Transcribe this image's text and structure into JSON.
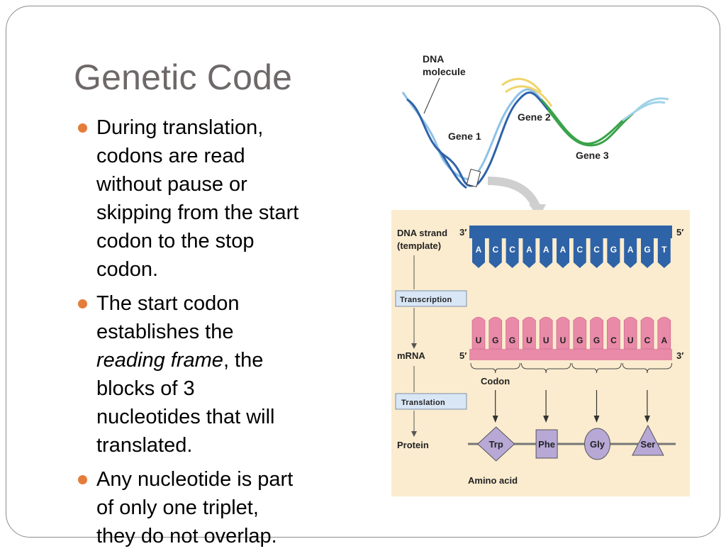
{
  "slide": {
    "title": "Genetic Code",
    "bullets": [
      {
        "lines": [
          "During translation,",
          "codons are read",
          "without pause or",
          "skipping from the start",
          "codon to the stop",
          "codon."
        ]
      },
      {
        "lines": [
          "The start codon",
          "establishes the"
        ],
        "italic_line": "reading frame",
        "italic_line_rest": ", the",
        "more_lines": [
          "blocks of 3",
          "nucleotides that will",
          "translated."
        ]
      },
      {
        "lines": [
          "Any nucleotide is part",
          "of only one triplet,",
          "they do not overlap."
        ]
      }
    ]
  },
  "figure": {
    "dna_molecule_label_1": "DNA",
    "dna_molecule_label_2": "molecule",
    "gene1": "Gene 1",
    "gene2": "Gene 2",
    "gene3": "Gene 3",
    "dna_strand_label_1": "DNA strand",
    "dna_strand_label_2": "(template)",
    "three_prime": "3′",
    "five_prime": "5′",
    "dna_bases": [
      "A",
      "C",
      "C",
      "A",
      "A",
      "A",
      "C",
      "C",
      "G",
      "A",
      "G",
      "T"
    ],
    "transcription": "Transcription",
    "mrna_label": "mRNA",
    "mrna_bases": [
      "U",
      "G",
      "G",
      "U",
      "U",
      "U",
      "G",
      "G",
      "C",
      "U",
      "C",
      "A"
    ],
    "codon_label": "Codon",
    "translation": "Translation",
    "protein_label": "Protein",
    "amino_acids": [
      "Trp",
      "Phe",
      "Gly",
      "Ser"
    ],
    "amino_acid_label": "Amino acid",
    "colors": {
      "title": "#6e6868",
      "bullet": "#e57c39",
      "panel_bg": "#fbeccf",
      "dna_blue": "#2f63a7",
      "mrna_pink": "#e88aa8",
      "protein_purple": "#b7a8d6",
      "light_blue_box": "#d9e6f5"
    }
  }
}
